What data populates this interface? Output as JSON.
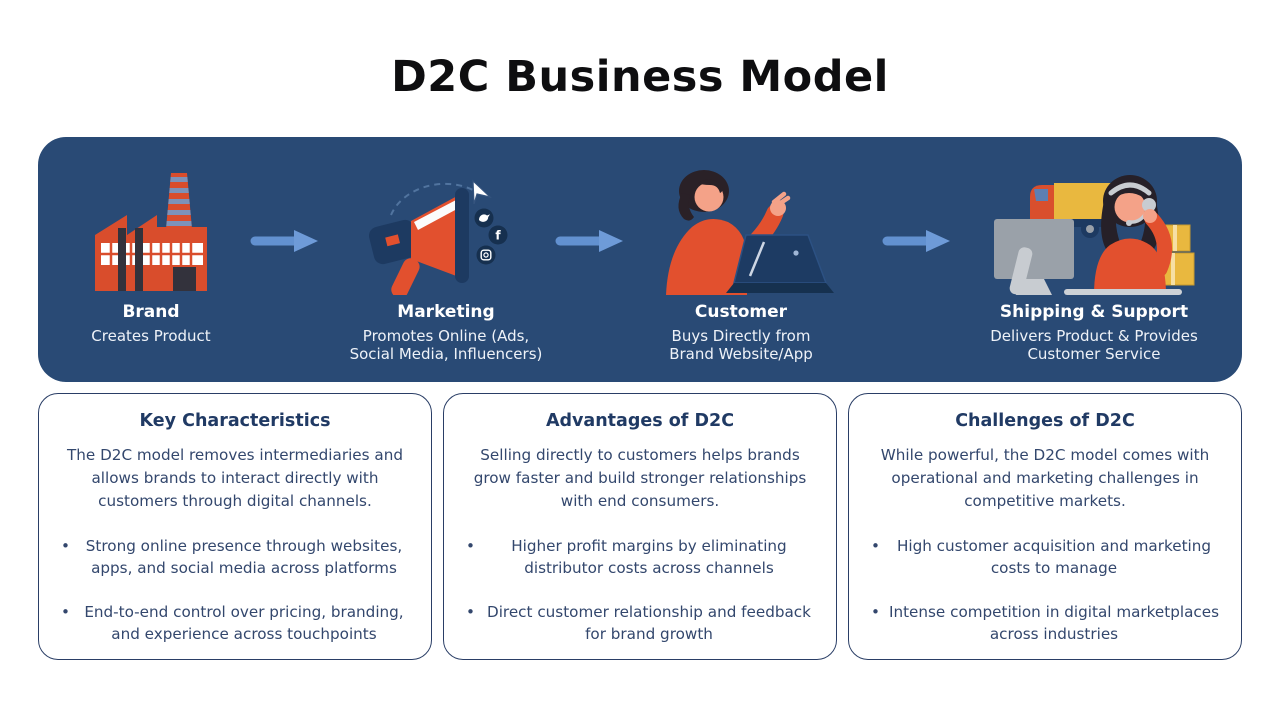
{
  "title": "D2C Business Model",
  "colors": {
    "banner_bg": "#294a75",
    "arrow": "#6291d0",
    "accent_orange": "#de4f2d",
    "card_border": "#2a3e66",
    "body_text": "#33476d",
    "heading_text": "#203a64",
    "box_yellow": "#e9b83f"
  },
  "banner": {
    "stages": [
      {
        "icon": "factory-icon",
        "label": "Brand",
        "description": "Creates Product"
      },
      {
        "icon": "megaphone-icon",
        "label": "Marketing",
        "description": "Promotes Online (Ads, Social Media, Influencers)"
      },
      {
        "icon": "customer-laptop-icon",
        "label": "Customer",
        "description": "Buys Directly from Brand Website/App"
      },
      {
        "icon": "support-agent-icon",
        "label": "Shipping & Support",
        "description": "Delivers Product & Provides Customer Service"
      }
    ],
    "connector_icon": "arrow-right-icon",
    "marketing_sub_icons": [
      "twitter-icon",
      "facebook-icon",
      "instagram-icon",
      "paper-plane-icon"
    ]
  },
  "cards": [
    {
      "title": "Key Characteristics",
      "intro": "The D2C model removes intermediaries and allows brands to interact directly with customers through digital channels.",
      "bullets": [
        "Strong online presence through websites, apps, and social media across platforms",
        "End-to-end control over pricing, branding, and experience across touchpoints"
      ]
    },
    {
      "title": "Advantages of D2C",
      "intro": "Selling directly to customers helps brands grow faster and build stronger relationships with end consumers.",
      "bullets": [
        "Higher profit margins by eliminating distributor costs across channels",
        "Direct customer relationship and feedback for brand growth"
      ]
    },
    {
      "title": "Challenges of D2C",
      "intro": "While powerful, the D2C model comes with operational and marketing challenges in competitive markets.",
      "bullets": [
        "High customer acquisition and marketing costs to manage",
        "Intense competition in digital marketplaces across industries"
      ]
    }
  ]
}
